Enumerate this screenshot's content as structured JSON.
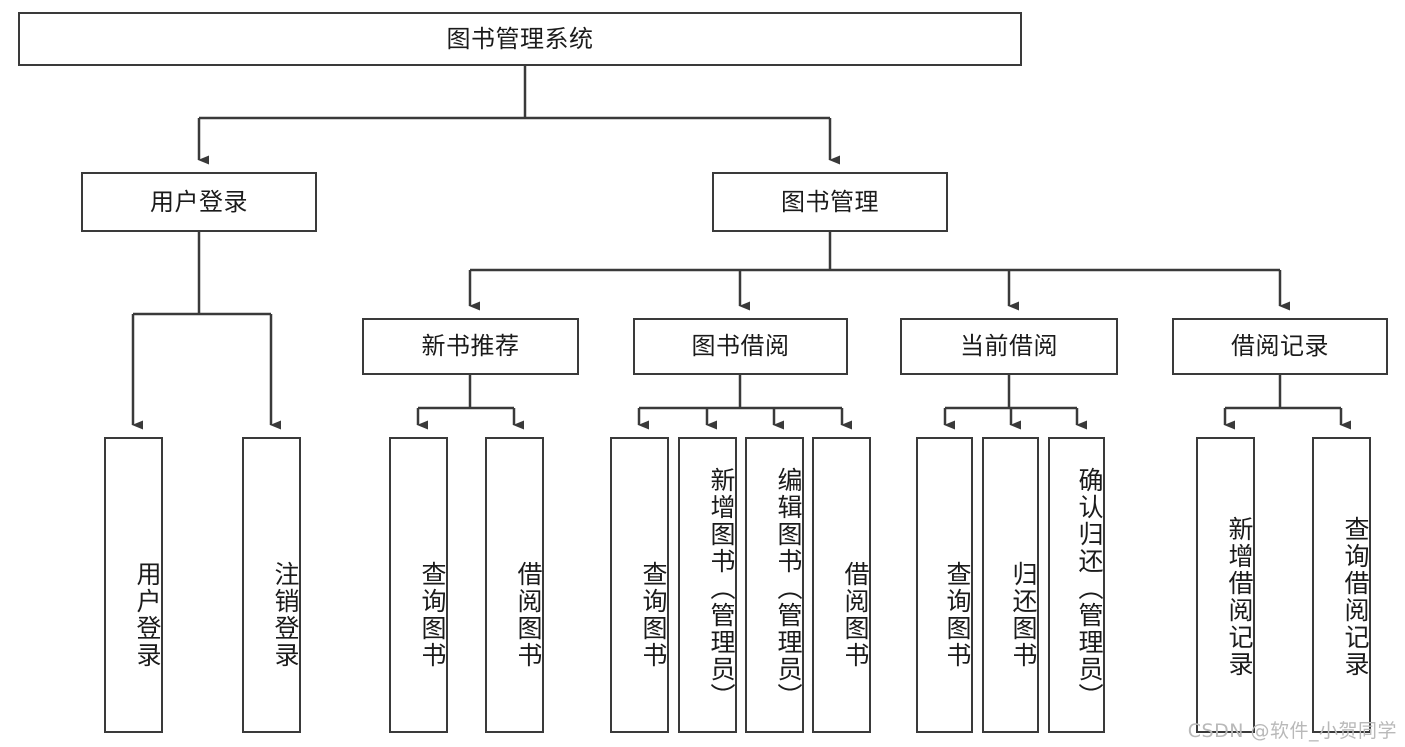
{
  "diagram": {
    "title": "图书管理系统",
    "type": "hierarchy-tree",
    "root": {
      "id": "root",
      "label": "图书管理系统"
    },
    "level2": [
      {
        "id": "user-login",
        "label": "用户登录"
      },
      {
        "id": "book-management",
        "label": "图书管理"
      }
    ],
    "level3": [
      {
        "id": "new-book-recommend",
        "label": "新书推荐"
      },
      {
        "id": "book-borrow",
        "label": "图书借阅"
      },
      {
        "id": "current-borrow",
        "label": "当前借阅"
      },
      {
        "id": "borrow-record",
        "label": "借阅记录"
      }
    ],
    "leaves": {
      "user_login": [
        {
          "id": "leaf-user-login",
          "label": "用户登录"
        },
        {
          "id": "leaf-logout-login",
          "label": "注销登录"
        }
      ],
      "new_book_recommend": [
        {
          "id": "leaf-query-book-1",
          "label": "查询图书"
        },
        {
          "id": "leaf-borrow-book-1",
          "label": "借阅图书"
        }
      ],
      "book_borrow": [
        {
          "id": "leaf-query-book-2",
          "label": "查询图书"
        },
        {
          "id": "leaf-add-book",
          "label": "新增图书（管理员）"
        },
        {
          "id": "leaf-edit-book",
          "label": "编辑图书（管理员）"
        },
        {
          "id": "leaf-borrow-book-2",
          "label": "借阅图书"
        }
      ],
      "current_borrow": [
        {
          "id": "leaf-query-book-3",
          "label": "查询图书"
        },
        {
          "id": "leaf-return-book",
          "label": "归还图书"
        },
        {
          "id": "leaf-confirm-return",
          "label": "确认归还（管理员）"
        }
      ],
      "borrow_record": [
        {
          "id": "leaf-add-record",
          "label": "新增借阅记录"
        },
        {
          "id": "leaf-query-record",
          "label": "查询借阅记录"
        }
      ]
    },
    "colors": {
      "stroke": "#3a3a3a",
      "fill": "#ffffff",
      "text": "#1b1b1b",
      "watermark": "#b9b9b9"
    }
  },
  "watermark": {
    "text": "CSDN @软件_小贺同学"
  }
}
